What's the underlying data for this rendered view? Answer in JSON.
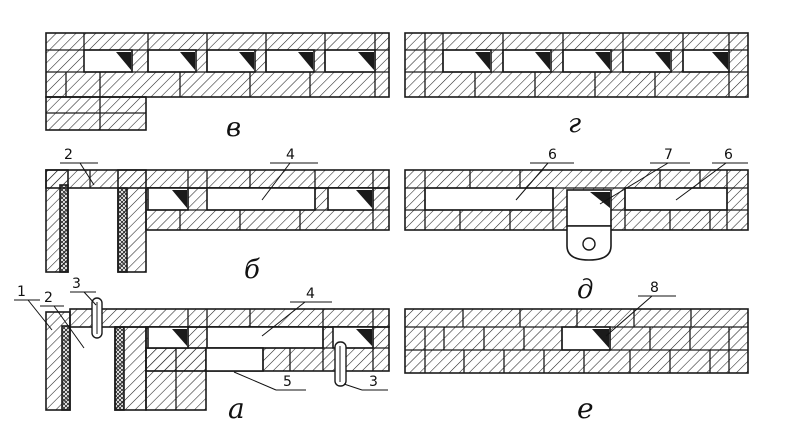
{
  "panels": {
    "a": {
      "label": "а"
    },
    "b": {
      "label": "б"
    },
    "v": {
      "label": "в"
    },
    "g": {
      "label": "г"
    },
    "d": {
      "label": "д"
    },
    "e": {
      "label": "е"
    }
  },
  "callouts": {
    "n1": "1",
    "n2a": "2",
    "n2b": "2",
    "n3a": "3",
    "n3b": "3",
    "n4a": "4",
    "n4b": "4",
    "n5": "5",
    "n6a": "6",
    "n6b": "6",
    "n7": "7",
    "n8": "8"
  },
  "colors": {
    "ink": "#1a1a1a",
    "paper": "#ffffff"
  }
}
